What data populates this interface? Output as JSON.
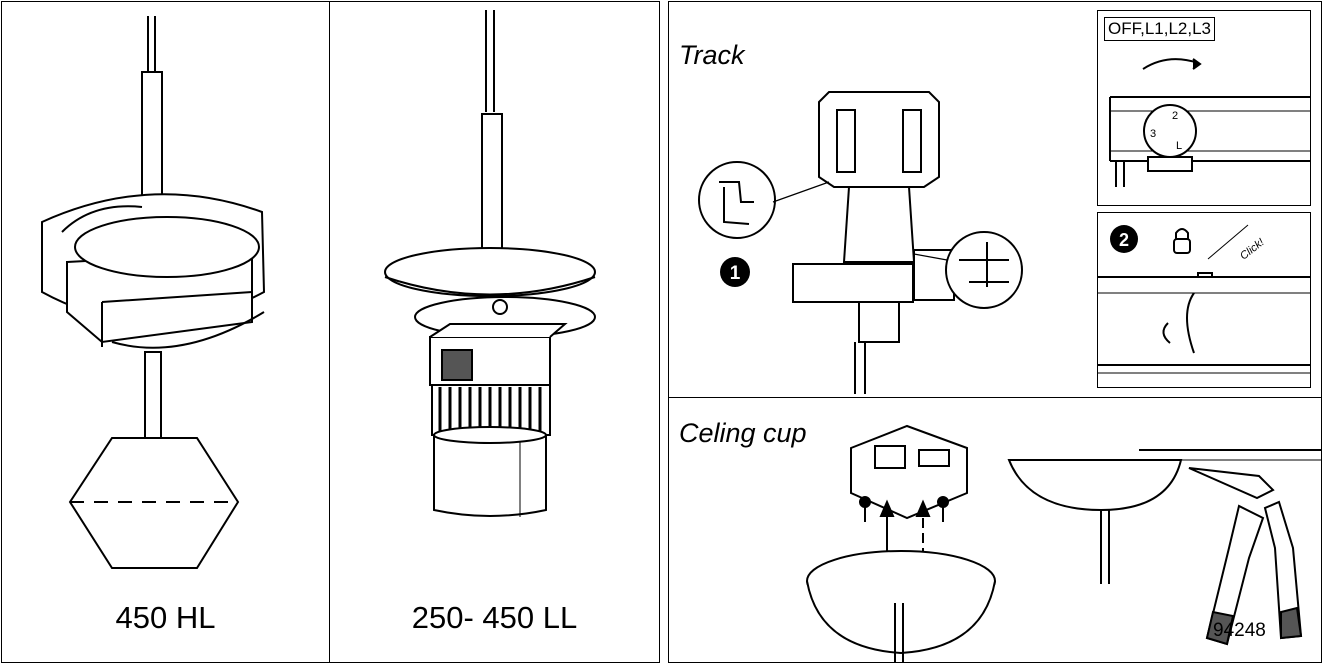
{
  "panels": {
    "hl": {
      "caption": "450 HL"
    },
    "ll": {
      "caption": "250- 450 LL"
    },
    "track": {
      "title": "Track",
      "switch_label": "OFF,L1,L2,L3",
      "dial_marks": [
        "2",
        "3",
        "L"
      ],
      "step1": "1",
      "step2": "2",
      "click_text": "Click!"
    },
    "ceiling": {
      "title": "Celing cup",
      "tool_code": "94248"
    }
  }
}
